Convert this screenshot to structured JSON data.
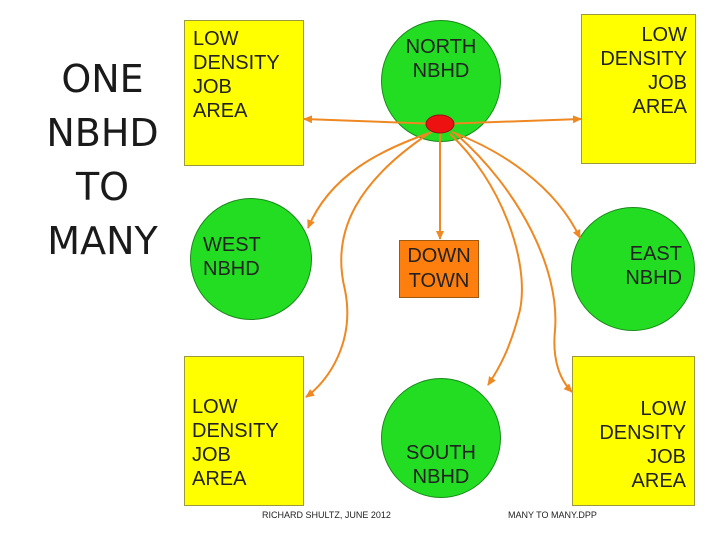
{
  "title": [
    "ONE",
    "NBHD",
    "TO",
    "MANY"
  ],
  "nodes": {
    "low_density_top_left": [
      "LOW",
      "DENSITY",
      "JOB",
      "AREA"
    ],
    "north": [
      "NORTH",
      "NBHD"
    ],
    "low_density_top_right": [
      "LOW",
      "DENSITY",
      "JOB",
      "AREA"
    ],
    "west": [
      "WEST",
      "NBHD"
    ],
    "downtown": [
      "DOWN",
      "TOWN"
    ],
    "east": [
      "EAST",
      "NBHD"
    ],
    "low_density_bottom_left": [
      "LOW",
      "DENSITY",
      "JOB",
      "AREA"
    ],
    "south": [
      "SOUTH",
      "NBHD"
    ],
    "low_density_bottom_right": [
      "LOW",
      "DENSITY",
      "JOB",
      "AREA"
    ]
  },
  "footer": {
    "credit": "RICHARD SHULTZ, JUNE 2012",
    "filename": "MANY TO MANY.DPP"
  },
  "colors": {
    "job_area": "#ffff00",
    "neighborhood": "#22dd22",
    "downtown": "#ff7f0e",
    "arrow": "#ee8822",
    "origin_marker": "#ee1111"
  }
}
